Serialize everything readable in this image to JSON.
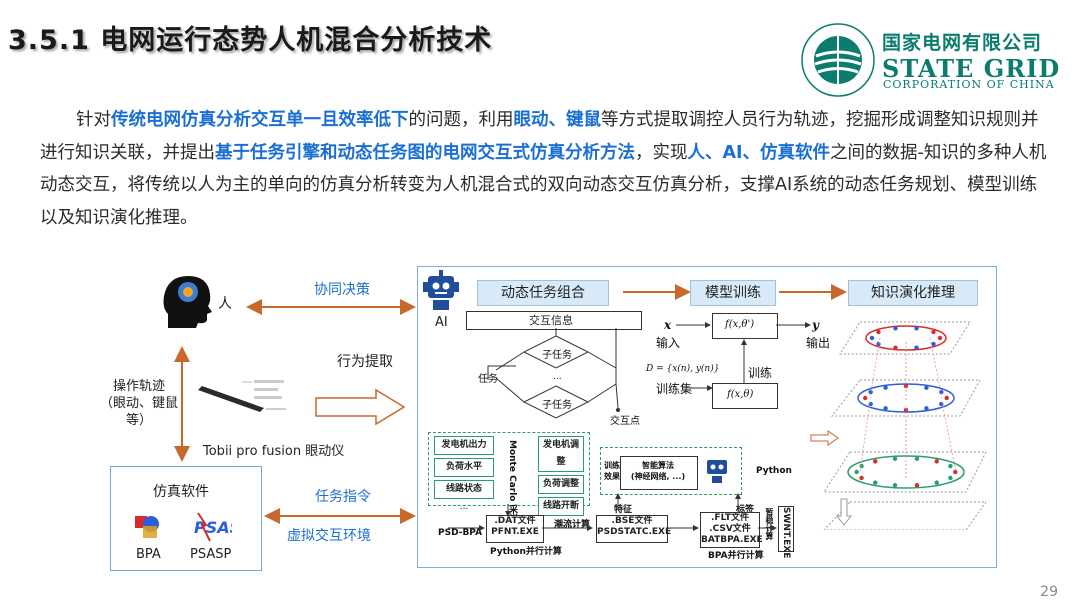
{
  "title": "3.5.1 电网运行态势人机混合分析技术",
  "logo": {
    "cn": "国家电网有限公司",
    "en1": "STATE GRID",
    "en2": "CORPORATION OF CHINA",
    "color": "#0b7c6e"
  },
  "paragraph": [
    {
      "t": "针对",
      "h": false
    },
    {
      "t": "传统电网仿真分析交互单一且效率低下",
      "h": true
    },
    {
      "t": "的问题，利用",
      "h": false
    },
    {
      "t": "眼动、键鼠",
      "h": true
    },
    {
      "t": "等方式提取调控人员行为轨迹，挖掘形成调整知识规则并进行知识关联，并提出",
      "h": false
    },
    {
      "t": "基于任务引擎和动态任务图的电网交互式仿真分析方法",
      "h": true
    },
    {
      "t": "，实现",
      "h": false
    },
    {
      "t": "人、AI、仿真软件",
      "h": true
    },
    {
      "t": "之间的数据-知识的多种人机动态交互，将传统以人为主的单向的仿真分析转变为人机混合式的双向动态交互仿真分析，支撑AI系统的动态任务规划、模型训练以及知识演化推理。",
      "h": false
    }
  ],
  "diagram": {
    "human": "人",
    "collab": "协同决策",
    "behavior": "行为提取",
    "trajectory": [
      "操作轨迹",
      "（眼动、键鼠",
      "等）"
    ],
    "eye_tracker": "Tobii pro fusion 眼动仪",
    "sim_software": "仿真软件",
    "bpa": "BPA",
    "psasp": "PSASP",
    "task_cmd": "任务指令",
    "virtual_env": "虚拟交互环境",
    "ai": "AI",
    "stages": [
      "动态任务组合",
      "模型训练",
      "知识演化推理"
    ],
    "interact_info": "交互信息",
    "subtask1": "子任务",
    "subtask_m": "子任务",
    "task": "任务",
    "dots": "...",
    "node": "交互点",
    "x_label": "x",
    "y_label": "y",
    "fx": "f(x,θ')",
    "f_train": "f(x,θ)",
    "input": "输入",
    "output": "输出",
    "train": "训练",
    "trainset": "训练集",
    "dataset_formula": "D = {x(n), y(n)}",
    "left_col": [
      "发电机出力",
      "负荷水平",
      "线路状态",
      "..."
    ],
    "mid_col": [
      "发电机调整",
      "负荷调整",
      "线路开断",
      "..."
    ],
    "monte": "Monte Carlo 采样",
    "algo": [
      "智能算法",
      "(神经网络, ...)"
    ],
    "train_label": [
      "训练",
      "效果"
    ],
    "python": "Python",
    "psd_bpa": "PSD-BPA",
    "dat_file": [
      ".DAT文件",
      "PFNT.EXE"
    ],
    "flow_calc": "潮流计算",
    "bse_file": [
      ".BSE文件",
      "PSDSTATC.EXE"
    ],
    "feature": "特征",
    "tag": "标签",
    "flt_file": [
      ".FLT文件",
      ".CSV文件",
      "BATBPA.EXE"
    ],
    "swnt": "SWNT.EXE",
    "stability": "暂稳计算",
    "py_parallel": "Python并行计算",
    "bpa_parallel": "BPA并行计算"
  },
  "page_number": "29"
}
